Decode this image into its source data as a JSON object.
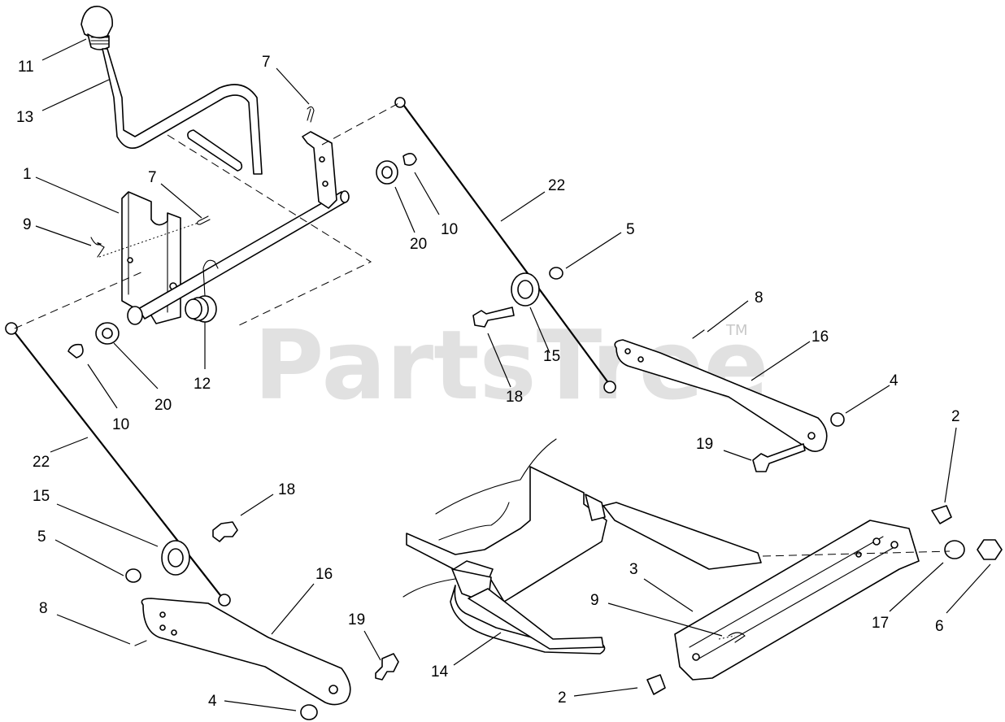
{
  "watermark": {
    "text": "PartsTree",
    "mark": "TM"
  },
  "callouts": {
    "c11": "11",
    "c13": "13",
    "c7a": "7",
    "c1": "1",
    "c7b": "7",
    "c9a": "9",
    "c22a": "22",
    "c10a": "10",
    "c20a": "20",
    "c5a": "5",
    "c8a": "8",
    "c16a": "16",
    "c15a": "15",
    "c18a": "18",
    "c4a": "4",
    "c12": "12",
    "c20b": "20",
    "c10b": "10",
    "c19a": "19",
    "c2a": "2",
    "c22b": "22",
    "c18b": "18",
    "c15b": "15",
    "c5b": "5",
    "c3": "3",
    "c16b": "16",
    "c9b": "9",
    "c17": "17",
    "c6": "6",
    "c8b": "8",
    "c19b": "19",
    "c14": "14",
    "c4b": "4",
    "c2b": "2"
  }
}
